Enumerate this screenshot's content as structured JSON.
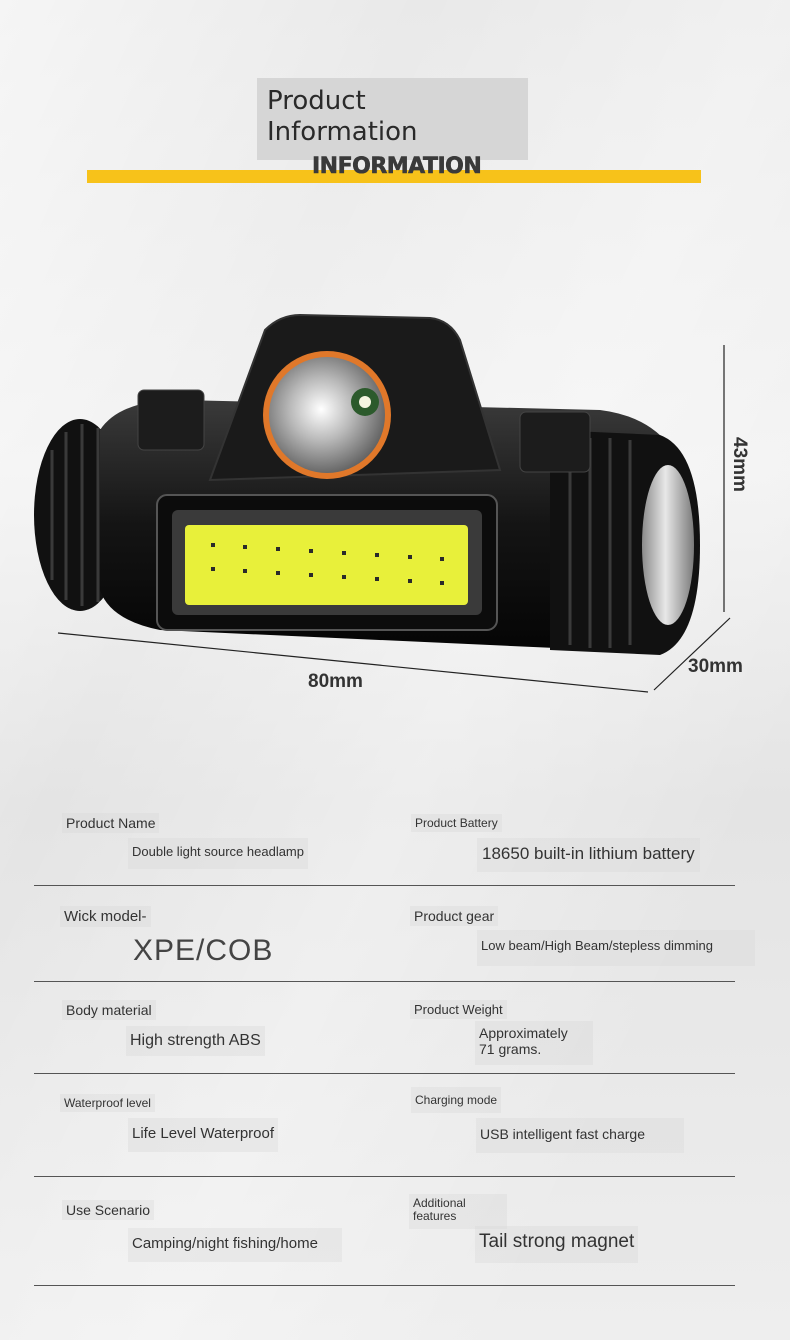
{
  "header": {
    "title_line1": "Product",
    "title_line2": "Information",
    "subtitle": "INFORMATION"
  },
  "dimensions": {
    "length": "80mm",
    "width": "30mm",
    "height": "43mm"
  },
  "specs": [
    {
      "label": "Product Name",
      "value": "Double light source headlamp"
    },
    {
      "label": "Product Battery",
      "value": "18650 built-in lithium battery"
    },
    {
      "label": "Wick model-",
      "value": "XPE/COB"
    },
    {
      "label": "Product gear",
      "value": "Low beam/High Beam/stepless dimming"
    },
    {
      "label": "Body material",
      "value": "High strength ABS"
    },
    {
      "label": "Product Weight",
      "value_line1": "Approximately",
      "value_line2": "71 grams."
    },
    {
      "label": "Waterproof level",
      "value": "Life Level Waterproof"
    },
    {
      "label": "Charging mode",
      "value": "USB intelligent fast charge"
    },
    {
      "label": "Use Scenario",
      "value": "Camping/night fishing/home"
    },
    {
      "label_line1": "Additional",
      "label_line2": "features",
      "value": "Tail strong magnet"
    }
  ],
  "colors": {
    "accent_yellow": "#f7c21a",
    "cob_yellow": "#e8f03a",
    "ring_orange": "#e0782a"
  }
}
